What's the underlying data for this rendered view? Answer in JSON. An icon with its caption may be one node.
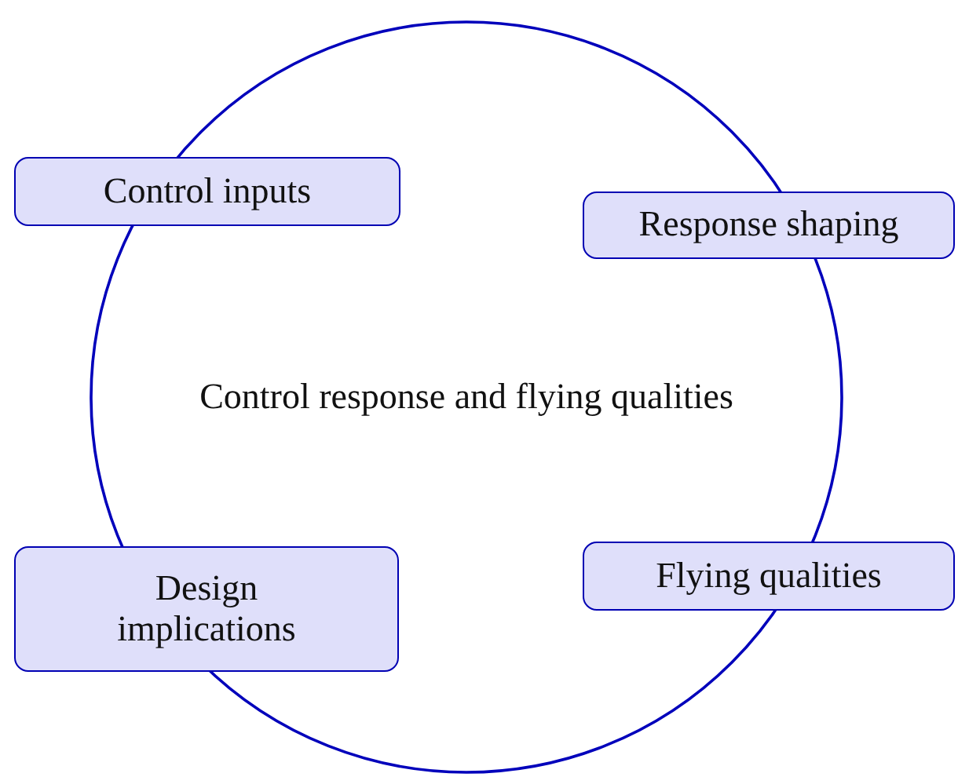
{
  "diagram": {
    "nodes": [
      {
        "text": [
          "Control response and flying qualities"
        ]
      },
      {
        "text": [
          "Control inputs"
        ]
      },
      {
        "text": [
          "Response shaping"
        ]
      },
      {
        "text": [
          "Design implications"
        ]
      },
      {
        "text": [
          "Flying qualities"
        ]
      }
    ]
  }
}
